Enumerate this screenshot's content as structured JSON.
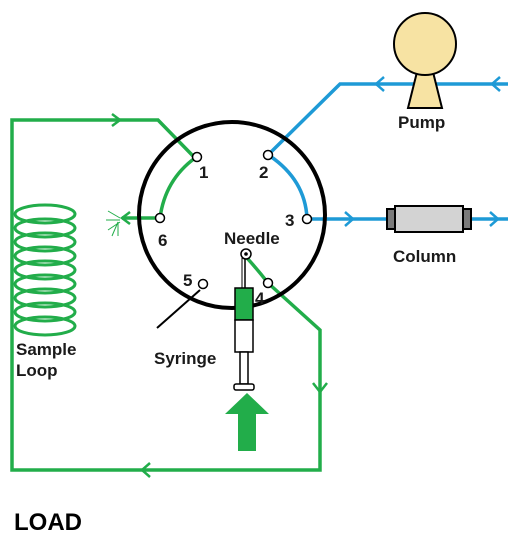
{
  "diagram": {
    "mode": "LOAD",
    "labels": {
      "pump": "Pump",
      "column": "Column",
      "needle": "Needle",
      "syringe": "Syringe",
      "sample_loop_line1": "Sample",
      "sample_loop_line2": "Loop"
    },
    "ports": [
      "1",
      "2",
      "3",
      "4",
      "5",
      "6"
    ],
    "colors": {
      "mobile_phase_line": "#1e9ad6",
      "sample_line": "#22ad4a",
      "valve_outline": "#000000",
      "pump_body": "#f7e3a3",
      "column_body": "#d3d3d3",
      "arrow": "#22ad4a"
    }
  }
}
